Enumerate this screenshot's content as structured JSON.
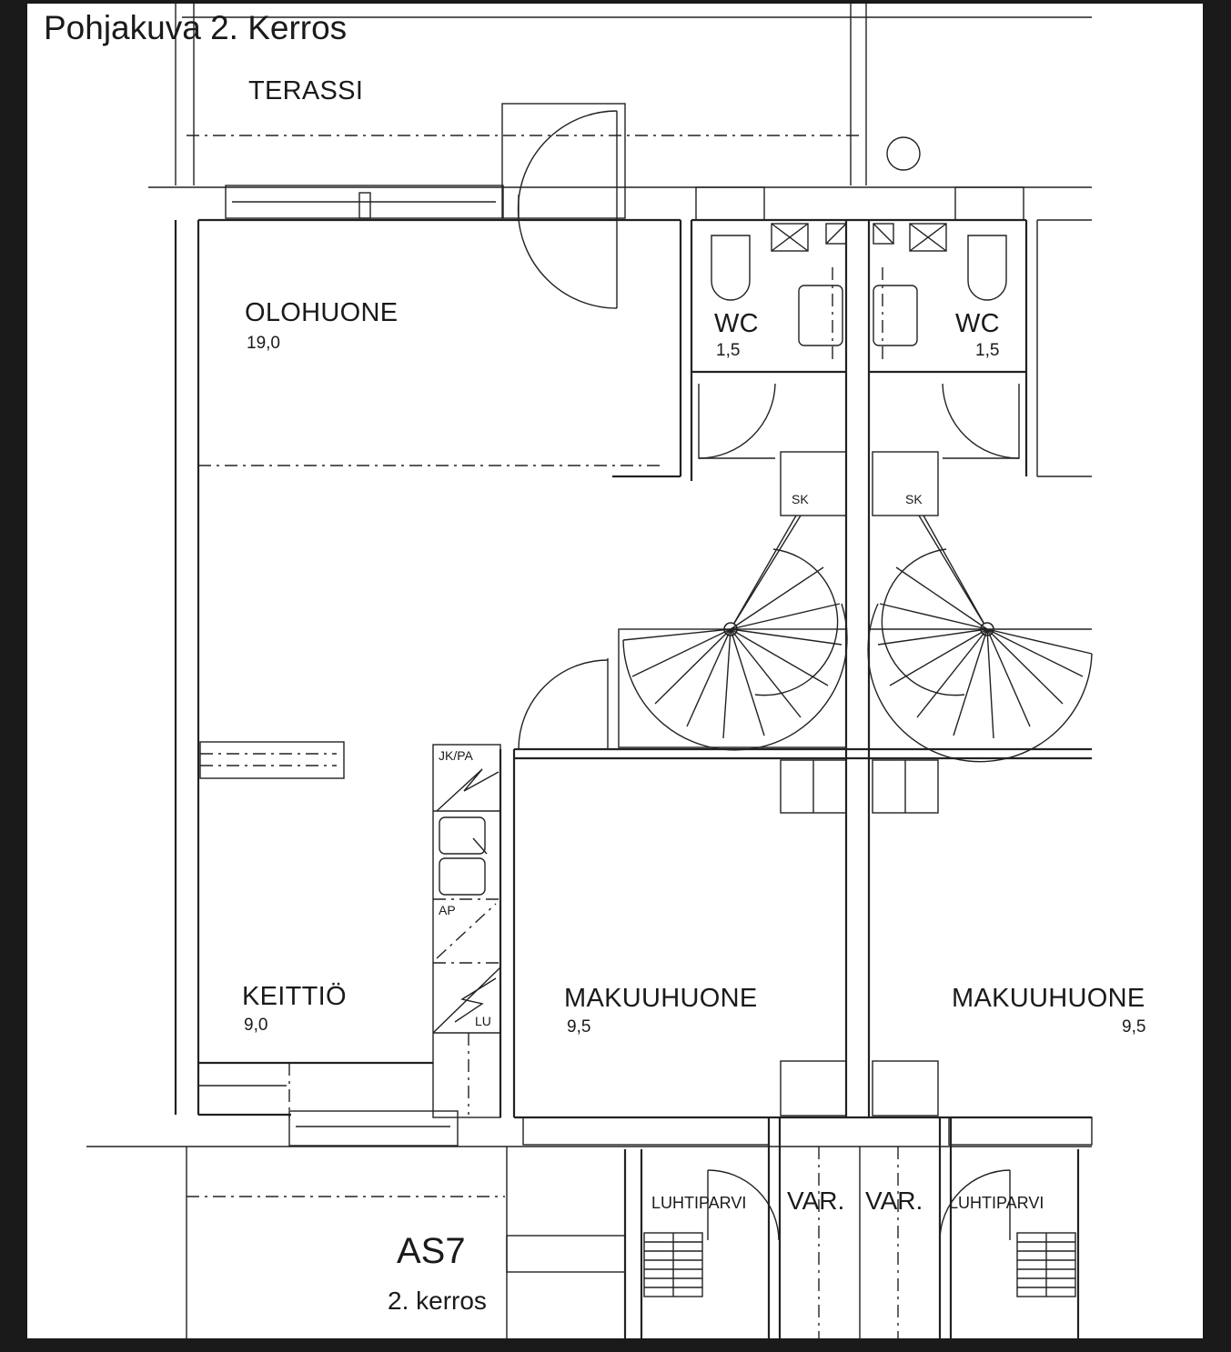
{
  "sheet_title": "Pohjakuva 2. Kerros",
  "rooms": {
    "terassi": {
      "name": "TERASSI"
    },
    "olohuone": {
      "name": "OLOHUONE",
      "area": "19,0"
    },
    "wc_left": {
      "name": "WC",
      "area": "1,5"
    },
    "wc_right": {
      "name": "WC",
      "area": "1,5"
    },
    "keittio": {
      "name": "KEITTIÖ",
      "area": "9,0"
    },
    "makuuhuone_left": {
      "name": "MAKUUHUONE",
      "area": "9,5"
    },
    "makuuhuone_right": {
      "name": "MAKUUHUONE",
      "area": "9,5"
    },
    "luhtiparvi_left": {
      "name": "LUHTIPARVI"
    },
    "luhtiparvi_right": {
      "name": "LUHTIPARVI"
    },
    "var_left": {
      "name": "VAR."
    },
    "var_right": {
      "name": "VAR."
    }
  },
  "fixtures": {
    "sk_left": "SK",
    "sk_right": "SK",
    "jkpa": "JK/PA",
    "ap": "AP",
    "lu": "LU"
  },
  "unit": {
    "code": "AS7",
    "floor": "2. kerros"
  }
}
